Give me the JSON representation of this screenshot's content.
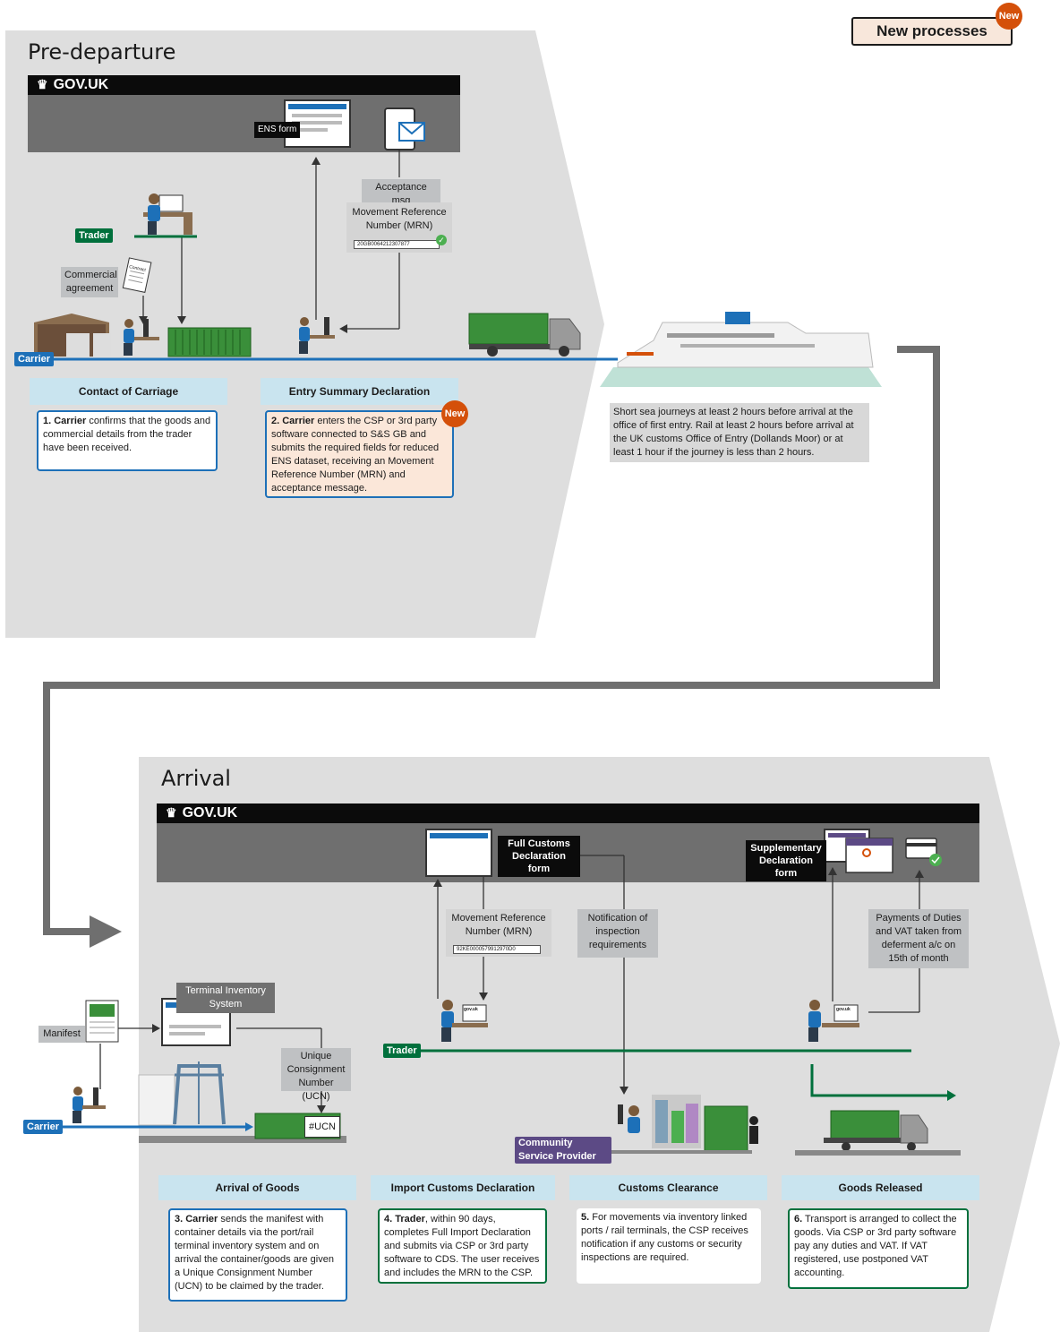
{
  "legend": {
    "label": "New processes",
    "badge": "New"
  },
  "predeparture": {
    "title": "Pre-departure",
    "gov_bar": "GOV.UK",
    "ens_form": "ENS form",
    "acceptance_msg": "Acceptance msg",
    "mrn_label": "Movement Reference Number (MRN)",
    "mrn_value": "20GB0064212307877",
    "trader_tag": "Trader",
    "carrier_tag": "Carrier",
    "commercial_agreement": "Commercial agreement",
    "contract_doc": "Contract",
    "columns": [
      {
        "heading": "Contact of Carriage",
        "actor": "1. Carrier",
        "text": " confirms that the goods and commercial details from the trader have been received."
      },
      {
        "heading": "Entry Summary Declaration",
        "actor": "2. Carrier",
        "text": " enters the CSP or 3rd party software connected to S&S GB and submits the required fields for reduced ENS dataset, receiving an Movement Reference Number (MRN) and acceptance message.",
        "badge": "New"
      }
    ],
    "journey_note": "Short sea journeys at least 2 hours before arrival at the office of first entry. Rail at least 2 hours before arrival at the UK customs Office of Entry (Dollands Moor) or at least 1 hour if the journey is less than 2 hours."
  },
  "arrival": {
    "title": "Arrival",
    "gov_bar": "GOV.UK",
    "full_customs_form": "Full Customs Declaration form",
    "supplementary_form": "Supplementary Declaration form",
    "mrn_label": "Movement Reference Number (MRN)",
    "mrn_value": "92KE0000579912970D0",
    "notification": "Notification of inspection requirements",
    "payments": "Payments of Duties and VAT taken from deferment a/c on 15th of month",
    "terminal_inventory": "Terminal Inventory System",
    "ucn_label": "Unique Consignment Number (UCN)",
    "ucn_tag": "#UCN",
    "manifest": "Manifest",
    "trader_tag": "Trader",
    "carrier_tag": "Carrier",
    "csp_tag": "Community Service Provider",
    "screen_text": "gov.uk",
    "columns": [
      {
        "heading": "Arrival of Goods",
        "actor": "3. Carrier",
        "text": " sends the manifest with container details via the port/rail terminal inventory system and on arrival the container/goods are given a Unique Consignment Number (UCN) to be claimed by the trader."
      },
      {
        "heading": "Import Customs Declaration",
        "actor": "4. Trader",
        "text": ", within 90 days, completes Full Import Declaration and submits via CSP or 3rd party software to CDS. The user receives and includes the MRN to the CSP."
      },
      {
        "heading": "Customs Clearance",
        "actor": "5.",
        "text": " For movements via inventory linked ports / rail terminals, the CSP receives notification if any customs or security inspections are required."
      },
      {
        "heading": "Goods Released",
        "actor": "6.",
        "text": " Transport is arranged to collect the goods. Via CSP or 3rd party software pay any duties and VAT. If VAT registered, use postponed VAT accounting."
      }
    ]
  },
  "colors": {
    "blue": "#1d70b8",
    "green": "#00703c",
    "orange": "#d4500a",
    "purple": "#5c4a85",
    "panel": "#e3f1f8",
    "section_bg": "#dedede"
  }
}
